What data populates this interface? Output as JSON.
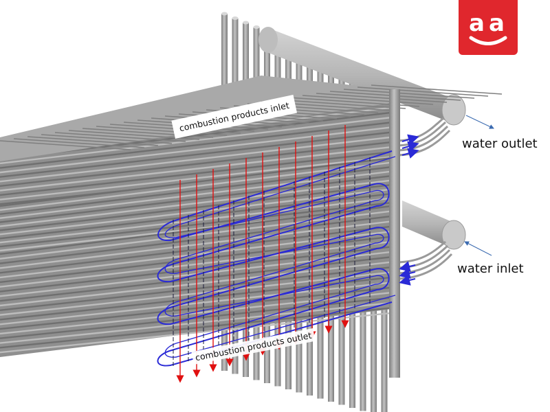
{
  "labels": {
    "water_outlet": "water outlet",
    "water_inlet": "water inlet",
    "combustion_inlet": "combustion products inlet",
    "combustion_outlet": "combustion products outlet"
  },
  "logo": {
    "color": "#e0272d",
    "icon": "aa-smile-logo"
  },
  "colors": {
    "tube_gray": "#9a9a9a",
    "water_flow": "#2a2ad6",
    "gas_flow": "#e01010",
    "background": "#ffffff"
  }
}
